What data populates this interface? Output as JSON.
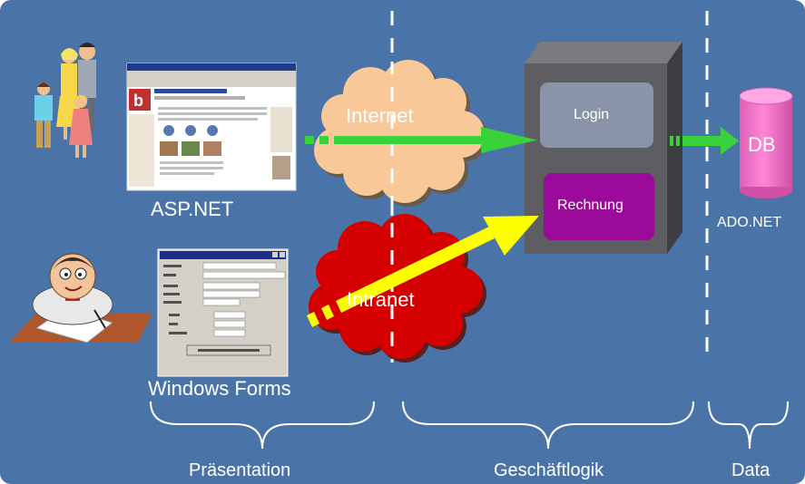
{
  "slide": {
    "background": "#4a74a8",
    "client_labels": {
      "web": "ASP.NET",
      "desktop": "Windows Forms"
    },
    "clouds": {
      "internet": "Internet",
      "intranet": "Intranet"
    },
    "server": {
      "login": "Login",
      "billing": "Rechnung"
    },
    "database": {
      "label": "DB",
      "access": "ADO.NET"
    },
    "tiers": {
      "presentation": "Präsentation",
      "business": "Geschäftlogik",
      "data": "Data"
    },
    "colors": {
      "internet_cloud": "#f8c898",
      "intranet_cloud": "#d40000",
      "server_box": "#5e5e62",
      "login_box": "#8a94a8",
      "billing_box": "#9c0a9c",
      "db_cylinder": "#ff7fd0",
      "internet_arrow": "#3ad23a",
      "intranet_arrow": "#ffff00"
    }
  }
}
